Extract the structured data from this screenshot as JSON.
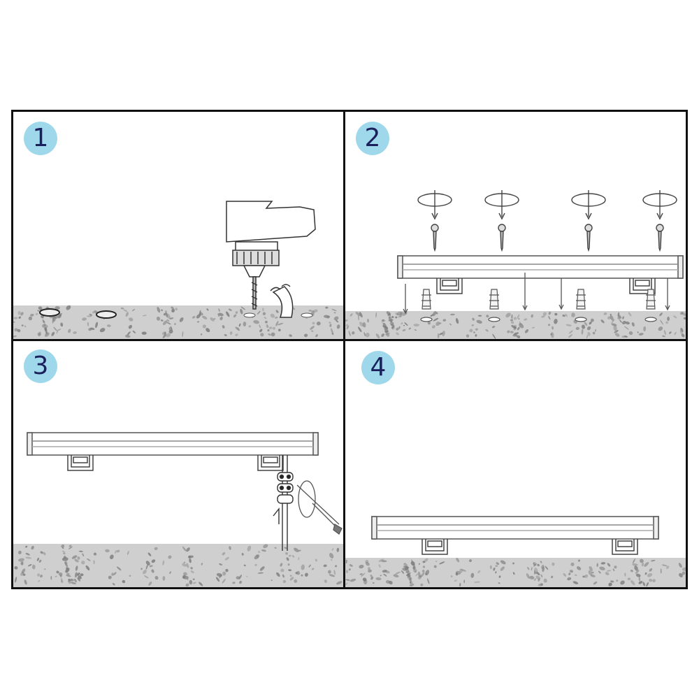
{
  "steps": [
    {
      "number": "1"
    },
    {
      "number": "2"
    },
    {
      "number": "3"
    },
    {
      "number": "4"
    }
  ],
  "colors": {
    "badge_fill": "#9fd8ea",
    "badge_text": "#1b1f5c",
    "ground": "#cfcfcf",
    "ground_speckle": "#7a7a7a",
    "line": "#333333"
  }
}
